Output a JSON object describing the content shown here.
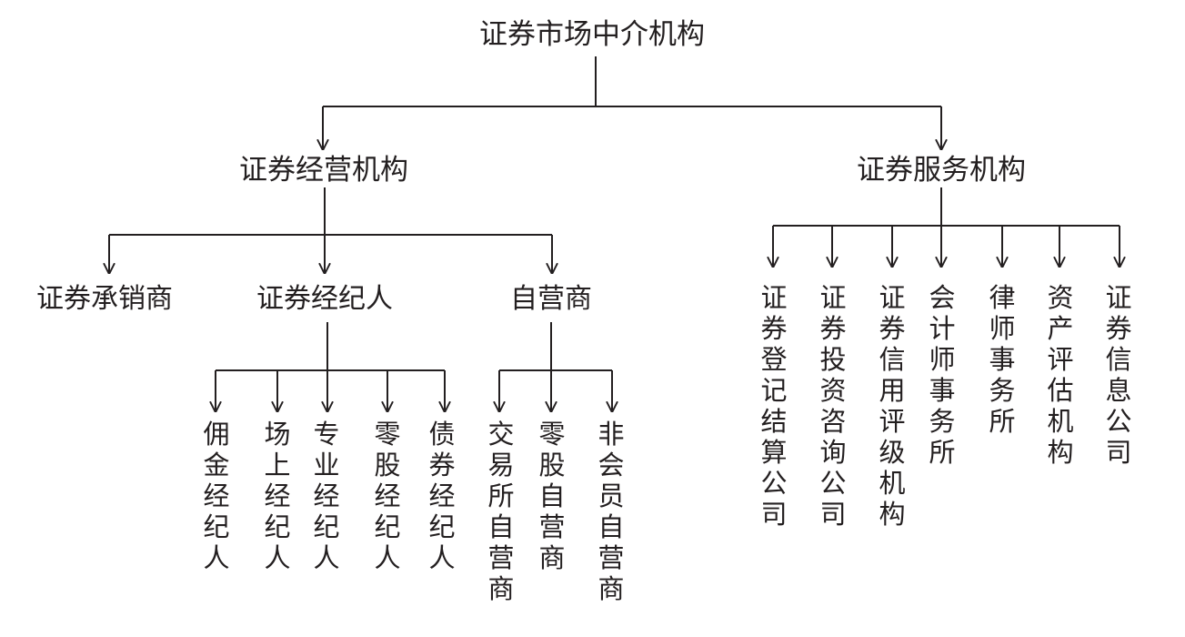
{
  "diagram": {
    "root": "证券市场中介机构",
    "branches": [
      {
        "label": "证券经营机构",
        "children": [
          {
            "label": "证券承销商"
          },
          {
            "label": "证券经纪人",
            "children": [
              "佣金经纪人",
              "场上经纪人",
              "专业经纪人",
              "零股经纪人",
              "债券经纪人"
            ]
          },
          {
            "label": "自营商",
            "children": [
              "交易所自营商",
              "零股自营商",
              "非会员自营商"
            ]
          }
        ]
      },
      {
        "label": "证券服务机构",
        "children": [
          "证券登记结算公司",
          "证券投资咨询公司",
          "证券信用评级机构",
          "会计师事务所",
          "律师事务所",
          "资产评估机构",
          "证券信息公司"
        ]
      }
    ]
  },
  "colors": {
    "line": "#231f20",
    "text": "#231f20"
  }
}
